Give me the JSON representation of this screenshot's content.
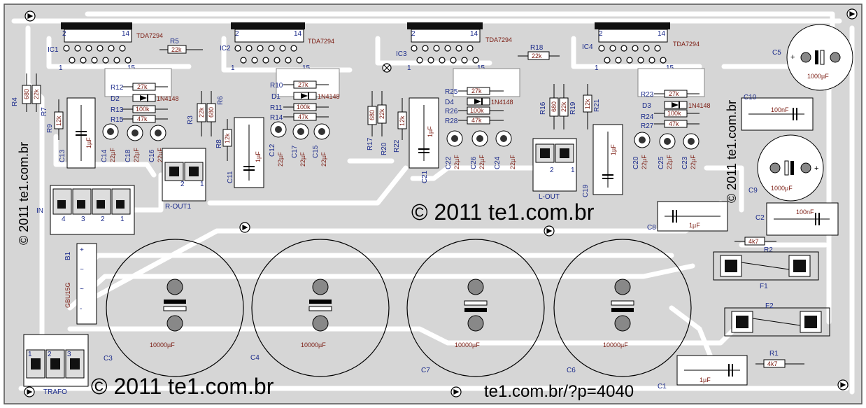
{
  "board": {
    "copyright_main": "© 2011 te1.com.br",
    "copyright_bottom": "© 2011 te1.com.br",
    "copyright_left": "© 2011 te1.com.br",
    "copyright_right": "© 2011 te1.com.br",
    "url": "te1.com.br/?p=4040"
  },
  "ics": [
    {
      "ref": "IC1",
      "part": "TDA7294",
      "pin_first": "2",
      "pin_last": "14",
      "pin_1": "1",
      "pin_15": "15"
    },
    {
      "ref": "IC2",
      "part": "TDA7294",
      "pin_first": "2",
      "pin_last": "14",
      "pin_1": "1",
      "pin_15": "15"
    },
    {
      "ref": "IC3",
      "part": "TDA7294",
      "pin_first": "2",
      "pin_last": "14",
      "pin_1": "1",
      "pin_15": "15"
    },
    {
      "ref": "IC4",
      "part": "TDA7294",
      "pin_first": "2",
      "pin_last": "14",
      "pin_1": "1",
      "pin_15": "15"
    }
  ],
  "resistors": [
    {
      "ref": "R5",
      "value": "22k"
    },
    {
      "ref": "R18",
      "value": "22k"
    },
    {
      "ref": "R12",
      "value": "27k"
    },
    {
      "ref": "R13",
      "value": "100k"
    },
    {
      "ref": "R15",
      "value": "47k"
    },
    {
      "ref": "R10",
      "value": "27k"
    },
    {
      "ref": "R11",
      "value": "100k"
    },
    {
      "ref": "R14",
      "value": "47k"
    },
    {
      "ref": "R25",
      "value": "27k"
    },
    {
      "ref": "R26",
      "value": "100k"
    },
    {
      "ref": "R28",
      "value": "47k"
    },
    {
      "ref": "R23",
      "value": "27k"
    },
    {
      "ref": "R24",
      "value": "100k"
    },
    {
      "ref": "R27",
      "value": "47k"
    },
    {
      "ref": "R4",
      "value": "680"
    },
    {
      "ref": "R7",
      "value": "22k"
    },
    {
      "ref": "R9",
      "value": "12k"
    },
    {
      "ref": "R3",
      "value": "22k"
    },
    {
      "ref": "R6",
      "value": "680"
    },
    {
      "ref": "R8",
      "value": "12k"
    },
    {
      "ref": "R17",
      "value": "680"
    },
    {
      "ref": "R20",
      "value": "22k"
    },
    {
      "ref": "R22",
      "value": "12k"
    },
    {
      "ref": "R16",
      "value": "680"
    },
    {
      "ref": "R19",
      "value": "22k"
    },
    {
      "ref": "R21",
      "value": "12k"
    },
    {
      "ref": "R2",
      "value": "4k7"
    },
    {
      "ref": "R1",
      "value": "4k7"
    }
  ],
  "diodes": [
    {
      "ref": "D2",
      "value": "1N4148"
    },
    {
      "ref": "D1",
      "value": "1N4148"
    },
    {
      "ref": "D4",
      "value": "1N4148"
    },
    {
      "ref": "D3",
      "value": "1N4148"
    }
  ],
  "small_caps": [
    {
      "ref": "C14",
      "value": "22µF"
    },
    {
      "ref": "C18",
      "value": "22µF"
    },
    {
      "ref": "C16",
      "value": "22µF"
    },
    {
      "ref": "C12",
      "value": "22µF"
    },
    {
      "ref": "C17",
      "value": "22µF"
    },
    {
      "ref": "C15",
      "value": "22µF"
    },
    {
      "ref": "C22",
      "value": "22µF"
    },
    {
      "ref": "C26",
      "value": "22µF"
    },
    {
      "ref": "C24",
      "value": "22µF"
    },
    {
      "ref": "C20",
      "value": "22µF"
    },
    {
      "ref": "C25",
      "value": "22µF"
    },
    {
      "ref": "C23",
      "value": "22µF"
    }
  ],
  "film_caps": [
    {
      "ref": "C13",
      "value": "1µF"
    },
    {
      "ref": "C11",
      "value": "1µF"
    },
    {
      "ref": "C21",
      "value": "1µF"
    },
    {
      "ref": "C19",
      "value": "1µF"
    },
    {
      "ref": "C8",
      "value": "1µF"
    },
    {
      "ref": "C1",
      "value": "1µF"
    },
    {
      "ref": "C10",
      "value": "100nF"
    },
    {
      "ref": "C2",
      "value": "100nF"
    }
  ],
  "big_caps": [
    {
      "ref": "C3",
      "value": "10000µF"
    },
    {
      "ref": "C4",
      "value": "10000µF"
    },
    {
      "ref": "C7",
      "value": "10000µF"
    },
    {
      "ref": "C6",
      "value": "10000µF"
    }
  ],
  "mid_caps": [
    {
      "ref": "C5",
      "value": "1000µF"
    },
    {
      "ref": "C9",
      "value": "1000µF"
    }
  ],
  "fuses": [
    {
      "ref": "F1"
    },
    {
      "ref": "F2"
    }
  ],
  "connectors": {
    "in_label": "IN",
    "in_pins": [
      "4",
      "3",
      "2",
      "1"
    ],
    "rout_label": "R-OUT1",
    "rout_pins": [
      "2",
      "1"
    ],
    "lout_label": "L-OUT",
    "lout_pins": [
      "2",
      "1"
    ],
    "trafo_label": "TRAFO",
    "trafo_pins": [
      "1",
      "2",
      "3"
    ]
  },
  "bridge": {
    "ref": "B1",
    "part": "GBU15G",
    "pins": [
      "+",
      "~",
      "~",
      "-"
    ]
  }
}
